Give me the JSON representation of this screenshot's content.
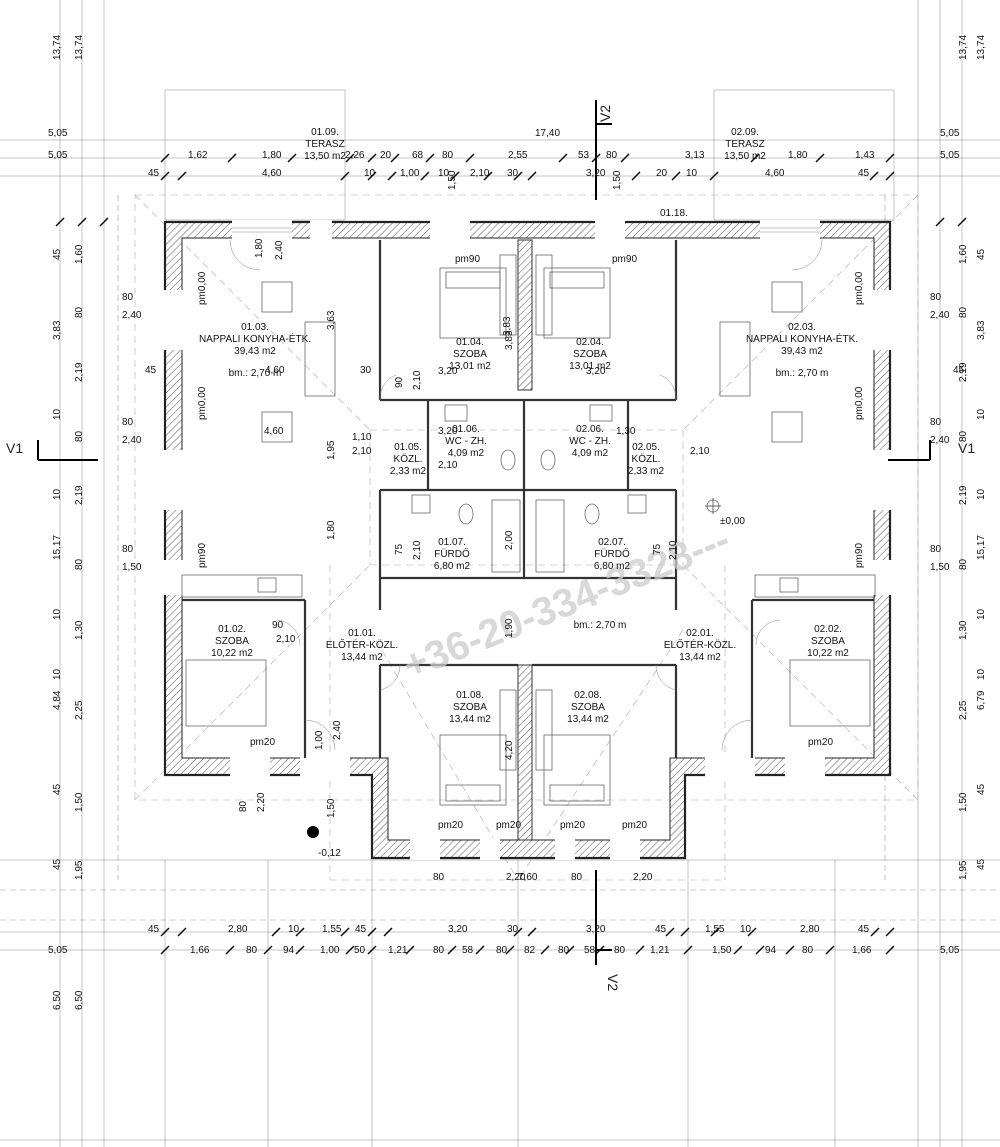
{
  "section_marks": {
    "v1_left": "V1",
    "v1_right": "V1",
    "v2_top": "V2",
    "v2_bottom": "V2"
  },
  "watermark": "+36-20-334-3328---",
  "spot_levels": {
    "floor": "±0,00",
    "entry": "-0,12"
  },
  "corridor_id": "01.18.",
  "rooms": [
    {
      "id": "01.09.",
      "name": "TERASZ",
      "area": "13,50 m2"
    },
    {
      "id": "02.09.",
      "name": "TERASZ",
      "area": "13,50 m2"
    },
    {
      "id": "01.03.",
      "name": "NAPPALI  KONYHA-ÉTK.",
      "area": "39,43 m2",
      "extra": "bm.: 2,70 m"
    },
    {
      "id": "02.03.",
      "name": "NAPPALI  KONYHA-ÉTK.",
      "area": "39,43 m2",
      "extra": "bm.: 2,70 m"
    },
    {
      "id": "01.04.",
      "name": "SZOBA",
      "area": "13,01 m2"
    },
    {
      "id": "02.04.",
      "name": "SZOBA",
      "area": "13,01 m2"
    },
    {
      "id": "01.05.",
      "name": "KÖZL.",
      "area": "2,33 m2"
    },
    {
      "id": "02.05.",
      "name": "KÖZL.",
      "area": "2,33 m2"
    },
    {
      "id": "01.06.",
      "name": "WC - ZH.",
      "area": "4,09 m2"
    },
    {
      "id": "02.06.",
      "name": "WC - ZH.",
      "area": "4,09 m2"
    },
    {
      "id": "01.07.",
      "name": "FÜRDŐ",
      "area": "6,80 m2"
    },
    {
      "id": "02.07.",
      "name": "FÜRDŐ",
      "area": "6,80 m2"
    },
    {
      "id": "01.02.",
      "name": "SZOBA",
      "area": "10,22 m2"
    },
    {
      "id": "02.02.",
      "name": "SZOBA",
      "area": "10,22 m2"
    },
    {
      "id": "01.01.",
      "name": "ELŐTÉR-KÖZL.",
      "area": "13,44 m2"
    },
    {
      "id": "02.01.",
      "name": "ELŐTÉR-KÖZL.",
      "area": "13,44 m2"
    },
    {
      "id": "01.08.",
      "name": "SZOBA",
      "area": "13,44 m2"
    },
    {
      "id": "02.08.",
      "name": "SZOBA",
      "area": "13,44 m2"
    }
  ],
  "misc": {
    "bm_lower": "bm.: 2,70 m",
    "room_0107": "01.07.",
    "pm_labels": [
      "pm90",
      "pm90",
      "pm0,00",
      "pm0,00",
      "pm0,00",
      "pm0,00",
      "pm90",
      "pm90",
      "pm20",
      "pm20",
      "pm20",
      "pm20",
      "pm20",
      "pm20"
    ]
  },
  "dims_top": {
    "row1": [
      "5,05",
      "17,40",
      "5,05"
    ],
    "row2": [
      "5,05",
      "1,62",
      "1,80",
      "2,26",
      "20",
      "68",
      "80",
      "2,55",
      "53",
      "80",
      "3,13",
      "1,80",
      "1,43",
      "5,05"
    ],
    "row3": [
      "45",
      "4,60",
      "10",
      "1,00",
      "10",
      "2,10",
      "30",
      "3,20",
      "20",
      "10",
      "4,60",
      "45"
    ],
    "row_extra": [
      "1,50",
      "1,50"
    ]
  },
  "dims_bottom": {
    "row1": [
      "45",
      "2,80",
      "10",
      "1,55",
      "45",
      "3,20",
      "30",
      "3,20",
      "45",
      "1,55",
      "10",
      "2,80",
      "45"
    ],
    "row2": [
      "5,05",
      "1,66",
      "80",
      "94",
      "1,00",
      "50",
      "1,21",
      "80",
      "58",
      "80",
      "82",
      "80",
      "58",
      "80",
      "1,21",
      "1,50",
      "94",
      "80",
      "1,66",
      "5,05"
    ],
    "mid": [
      "7,60",
      "80",
      "2,20",
      "80",
      "2,20"
    ],
    "outer": [
      "6,50",
      "6,50"
    ]
  },
  "dims_left": {
    "outer": [
      "13,74",
      "13,74"
    ],
    "col1": [
      "1,60",
      "80",
      "2,19",
      "80",
      "2,19",
      "80",
      "1,30",
      "2,25",
      "1,50",
      "1,95"
    ],
    "col2": [
      "3,83",
      "15,17",
      "4,84",
      "45",
      "10",
      "10",
      "10",
      "10",
      "45",
      "45"
    ],
    "row_small": [
      "80",
      "2,40",
      "45",
      "80",
      "2,40",
      "80",
      "1,50"
    ]
  },
  "dims_right": {
    "outer": [
      "13,74",
      "13,74"
    ],
    "col1": [
      "1,60",
      "80",
      "2,19",
      "80",
      "2,19",
      "80",
      "1,30",
      "2,25",
      "1,50",
      "1,95"
    ],
    "col2": [
      "3,83",
      "15,17",
      "6,79",
      "45",
      "10",
      "10",
      "10",
      "10",
      "45",
      "45"
    ],
    "row_small": [
      "80",
      "2,40",
      "45",
      "80",
      "2,40",
      "80",
      "1,50"
    ]
  },
  "interior_dims": [
    "1,80",
    "2,40",
    "4,60",
    "3,63",
    "4,60",
    "3,20",
    "3,83",
    "3,20",
    "3,83",
    "90",
    "2,10",
    "30",
    "1,95",
    "1,80",
    "2,00",
    "75",
    "2,10",
    "1,90",
    "90",
    "2,10",
    "4,20",
    "1,00",
    "2,40",
    "80",
    "2,20",
    "1,50",
    "1,10",
    "2,10",
    "1,30",
    "2,10",
    "3,20",
    "2,10",
    "75",
    "2,10"
  ]
}
